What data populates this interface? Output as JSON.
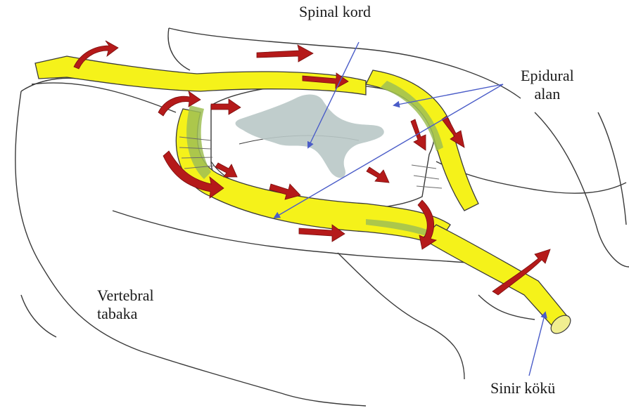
{
  "labels": {
    "spinal_cord": "Spinal kord",
    "epidural_line1": "Epidural",
    "epidural_line2": "alan",
    "vertebral_line1": "Vertebral",
    "vertebral_line2": "tabaka",
    "nerve_root": "Sinir kökü"
  },
  "colors": {
    "nerve_yellow": "#f5f21a",
    "ligament_green": "#9fbf55",
    "arrow_red": "#b51a1a",
    "pointer_blue": "#4a5cc8",
    "cord_grey": "#b9c8c6",
    "outline": "#3a3a3a"
  }
}
